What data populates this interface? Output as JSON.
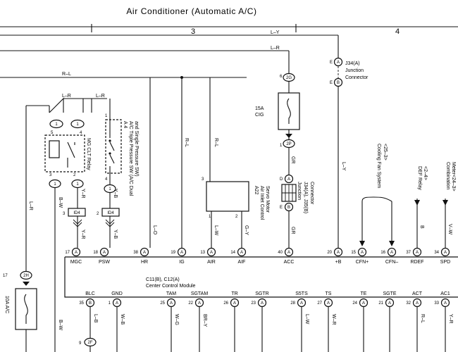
{
  "diagram": {
    "title": "Air Conditioner (Automatic A/C)",
    "sections": [
      "3",
      "4"
    ],
    "wires": {
      "ly_top": "L–Y",
      "lr_top": "L–R",
      "rl_top": "R–L",
      "lr_relay_a": "L–R",
      "lr_relay_b": "L–R",
      "lr_left": "L–R",
      "bw_relay": "B–W",
      "yr_relay": "Y–R",
      "yb_psw": "Y–B",
      "lo": "L–O",
      "rl_ig": "R–L",
      "rl_mid": "R–L",
      "lw_servo": "L–W",
      "gy_servo": "G–Y",
      "gr_jc": "GR",
      "gr_acc": "GR",
      "ly_right": "L–Y",
      "b_def": "B",
      "vw_spd": "V–W",
      "bw_left": "B–W",
      "lb_blc": "L–B",
      "wb_gnd": "W–B",
      "wg_tam": "W–G",
      "bry_sgtam": "BR–Y",
      "lw_s5ts": "L–W",
      "wr_ts": "W–R",
      "rl_act": "R–L",
      "yr_ac1": "Y–R"
    },
    "components": {
      "mg_relay": "MG CLT Relay",
      "a4_line1": "A 4",
      "a4_line2": "A/C Triple Pressure SW (A/C Dual",
      "a4_line3": "and Single Pressure SW)",
      "fuse_cig_amp": "15A",
      "fuse_cig_name": "CIG",
      "fuse_ac": "10A A/C",
      "j34_name": "J34(A)",
      "j34_line1": "Junction",
      "j34_line2": "Connector",
      "jc_name": "J34(A), J35(B)",
      "jc_line1": "Junction",
      "jc_line2": "Connector",
      "a22_name": "A22",
      "a22_line1": "Air Inlet Control",
      "a22_line2": "Servo Motor",
      "fan_line1": "Cooling Fan System",
      "fan_line2": "<25–3>",
      "def_line1": "DEF Relay",
      "def_line2": "<2–4>",
      "meter_line1": "Combination",
      "meter_line2": "Meter<24–3>",
      "ccm_line1": "C11(B), C12(A)",
      "ccm_line2": "Center Control Module"
    },
    "connectors": {
      "c2g": "2G",
      "c2p": "2P",
      "c2h": "2H",
      "c2f": "2F",
      "id4a": "ID4",
      "id4b": "ID4",
      "pinA": "A",
      "pinB": "B",
      "pinD": "D",
      "pinE": "E"
    },
    "pins_top": [
      {
        "num": "17",
        "name": "MGC"
      },
      {
        "num": "18",
        "name": "PSW"
      },
      {
        "num": "38",
        "name": "HR"
      },
      {
        "num": "19",
        "name": "IG"
      },
      {
        "num": "13",
        "name": "AIR"
      },
      {
        "num": "14",
        "name": "AIF"
      },
      {
        "num": "40",
        "name": "ACC"
      },
      {
        "num": "20",
        "name": "+B"
      },
      {
        "num": "15",
        "name": "CFN+"
      },
      {
        "num": "16",
        "name": "CFN–"
      },
      {
        "num": "37",
        "name": "RDEF"
      },
      {
        "num": "34",
        "name": "SPD"
      }
    ],
    "pins_bottom": [
      {
        "num": "35",
        "name": "BLC",
        "conn": "B"
      },
      {
        "num": "1",
        "name": "GND",
        "conn": "A"
      },
      {
        "num": "25",
        "name": "TAM",
        "conn": "A"
      },
      {
        "num": "22",
        "name": "SGTAM",
        "conn": "A"
      },
      {
        "num": "26",
        "name": "TR",
        "conn": "A"
      },
      {
        "num": "23",
        "name": "SGTR",
        "conn": "A"
      },
      {
        "num": "28",
        "name": "S5TS",
        "conn": "A"
      },
      {
        "num": "27",
        "name": "TS",
        "conn": "A"
      },
      {
        "num": "24",
        "name": "TE",
        "conn": "A"
      },
      {
        "num": "21",
        "name": "SGTE",
        "conn": "A"
      },
      {
        "num": "32",
        "name": "ACT",
        "conn": "A"
      },
      {
        "num": "33",
        "name": "AC1",
        "conn": "A"
      }
    ],
    "small_pins": {
      "p6": "6",
      "p1": "1",
      "p3": "3",
      "p2": "2",
      "p5": "5",
      "p4": "4",
      "p9": "9"
    }
  }
}
